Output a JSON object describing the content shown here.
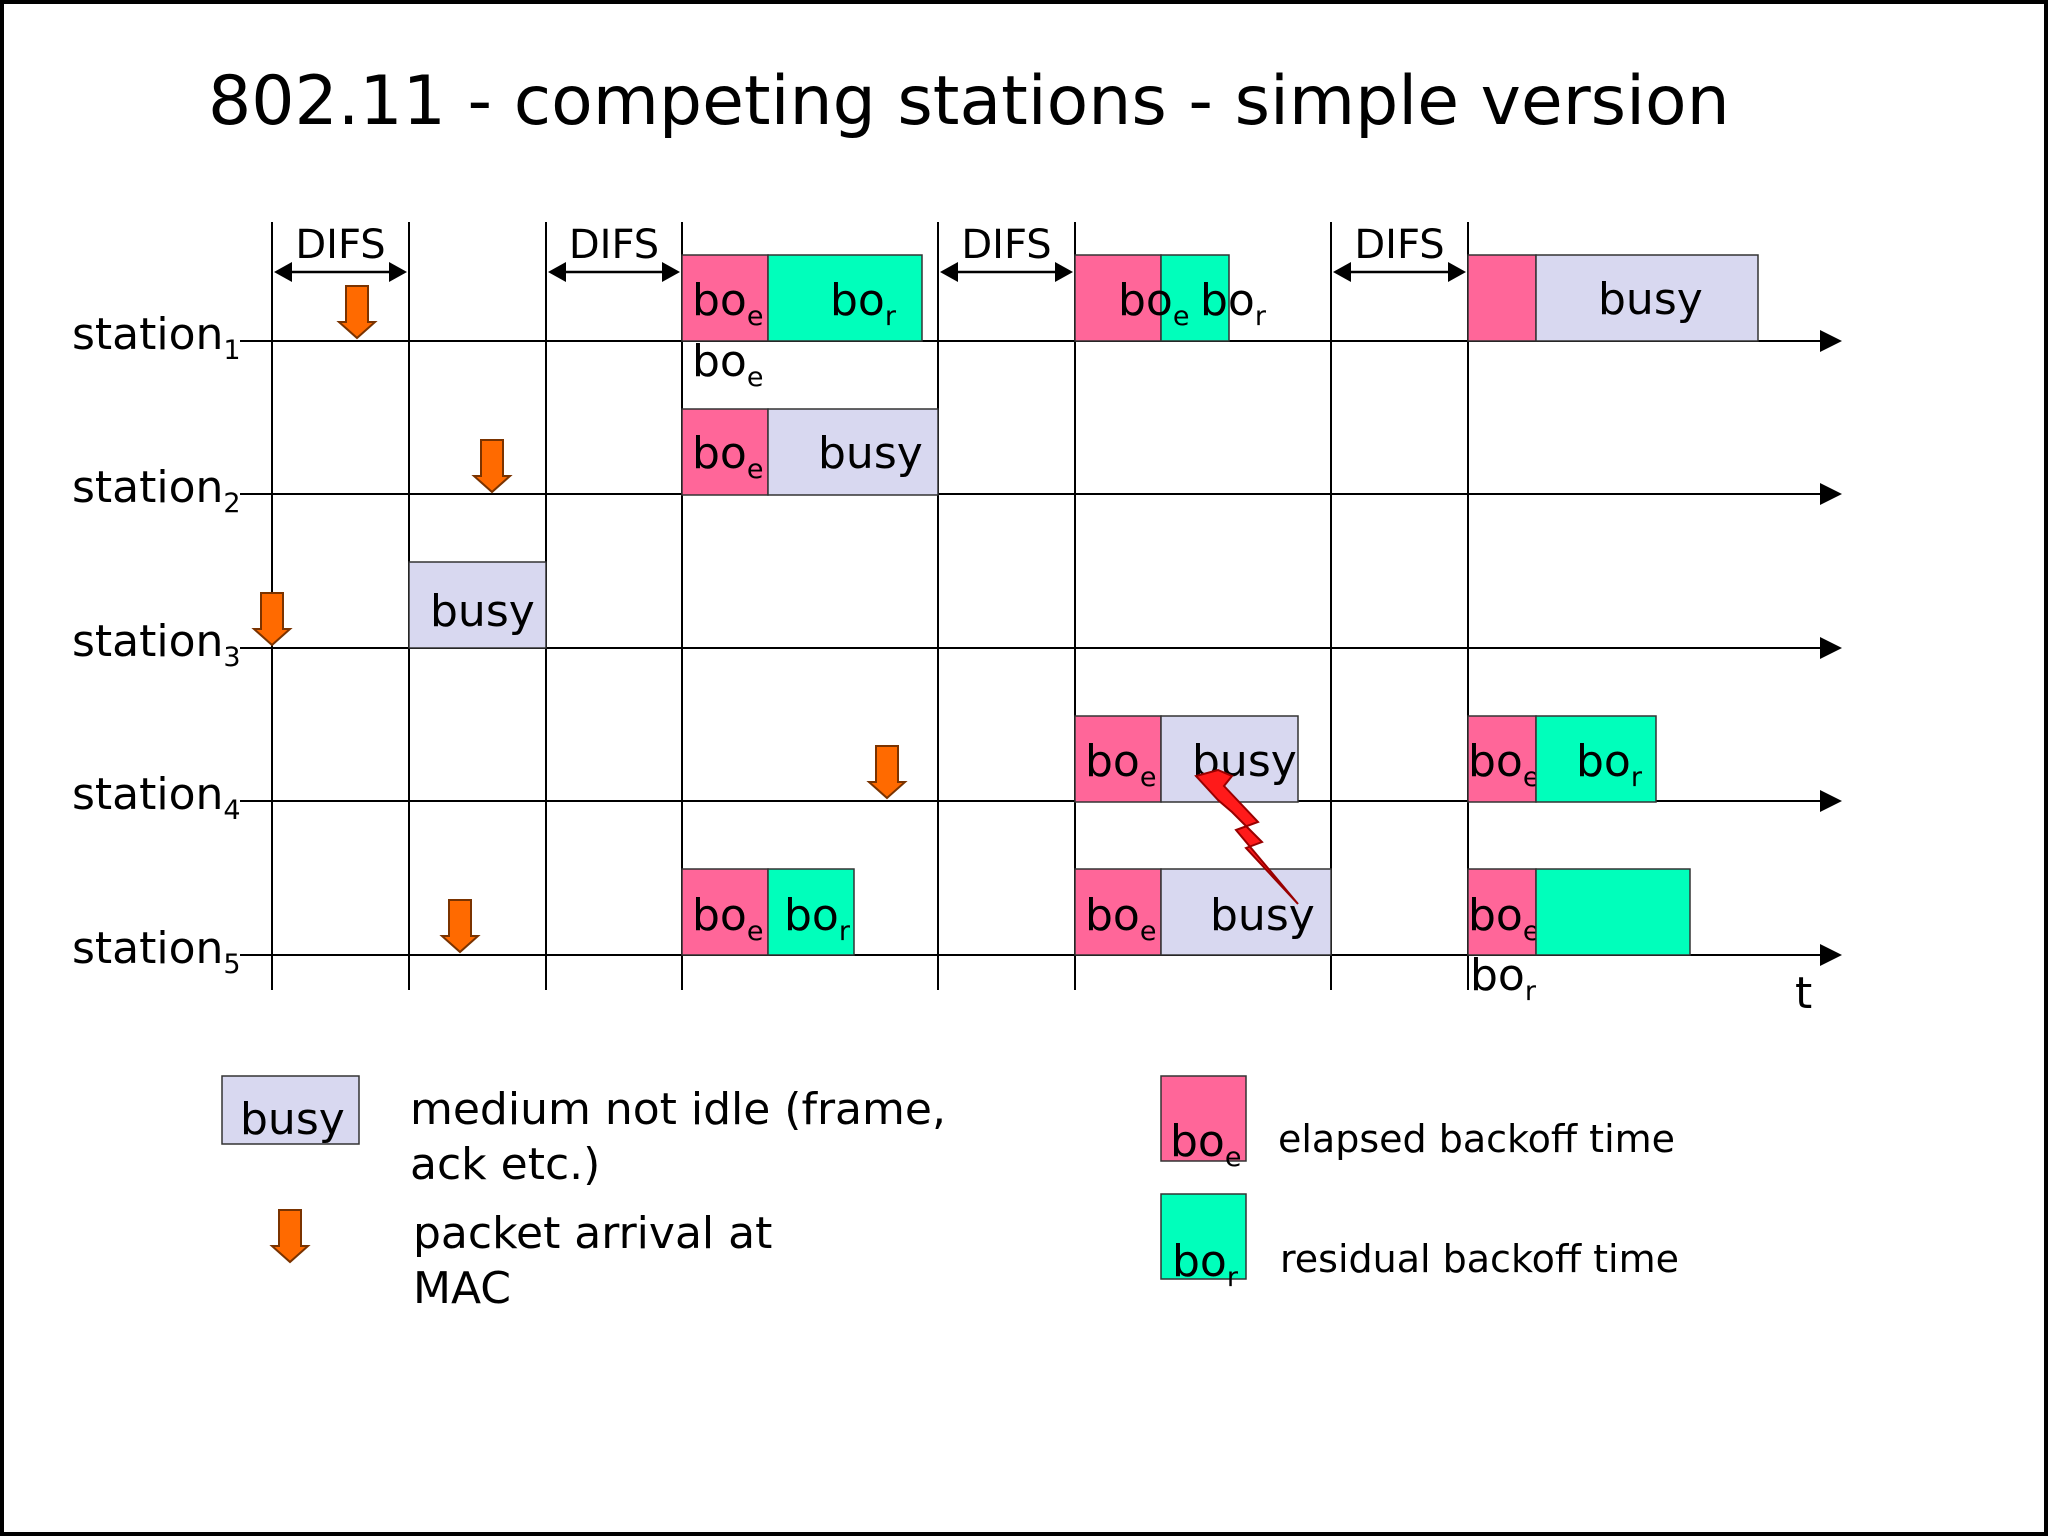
{
  "title": "802.11 - competing stations - simple version",
  "colors": {
    "busy": "#d8d8f0",
    "elapsed": "#ff6699",
    "residual": "#00ffbb",
    "arrow": "#ff6a00",
    "lightning": "#ff1a1a"
  },
  "stations": [
    {
      "name": "station",
      "sub": "1"
    },
    {
      "name": "station",
      "sub": "2"
    },
    {
      "name": "station",
      "sub": "3"
    },
    {
      "name": "station",
      "sub": "4"
    },
    {
      "name": "station",
      "sub": "5"
    }
  ],
  "difs_label": "DIFS",
  "time_axis_label": "t",
  "block_labels": {
    "busy": "busy",
    "bo": "bo",
    "elapsed_sub": "e",
    "residual_sub": "r"
  },
  "legend": {
    "busy_label": "busy",
    "busy_desc": "medium not idle (frame, ack etc.)",
    "arrival_desc": "packet arrival at MAC",
    "elapsed_desc": "elapsed backoff time",
    "residual_desc": "residual backoff time"
  }
}
